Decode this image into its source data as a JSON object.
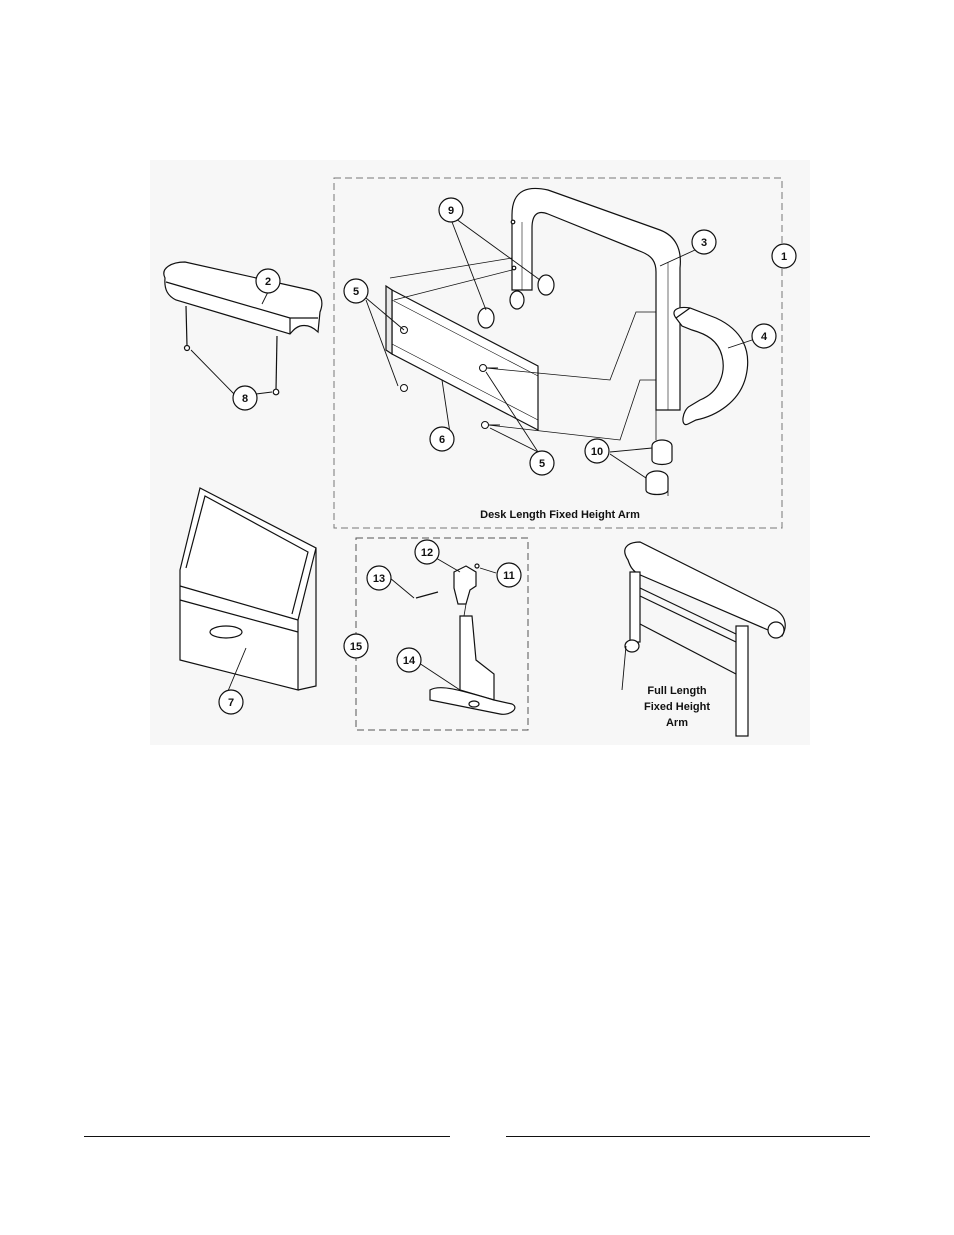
{
  "diagram": {
    "captions": {
      "desk_arm": "Desk Length Fixed Height Arm",
      "full_arm_lines": [
        "Full Length",
        "Fixed Height",
        "Arm"
      ]
    },
    "callouts": [
      "1",
      "2",
      "3",
      "4",
      "5",
      "5",
      "6",
      "7",
      "8",
      "9",
      "10",
      "11",
      "12",
      "13",
      "14",
      "15"
    ]
  },
  "colors": {
    "line": "#111111",
    "panel_bg": "#f7f7f7",
    "shade": "#cfcfcf",
    "dashed_box": "#777777"
  }
}
